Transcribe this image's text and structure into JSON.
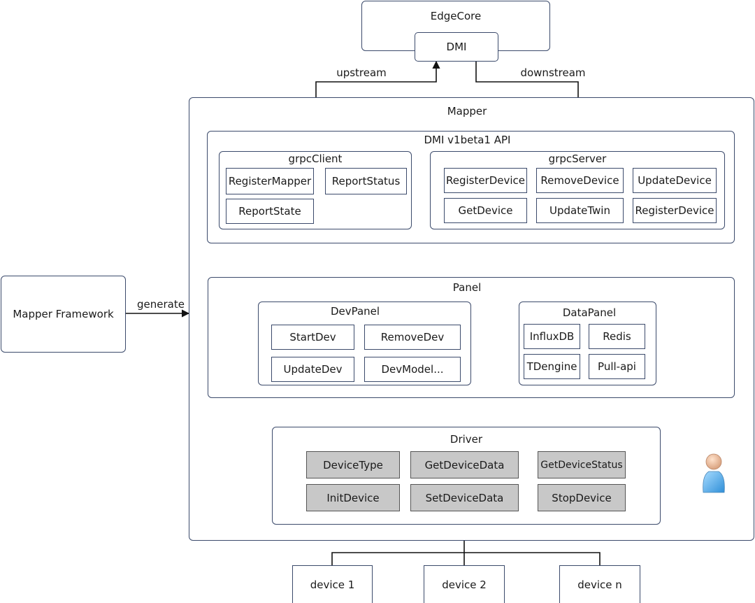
{
  "edgecore": {
    "title": "EdgeCore",
    "dmi": "DMI"
  },
  "links": {
    "upstream": "upstream",
    "downstream": "downstream",
    "generate": "generate"
  },
  "mapper_framework": "Mapper Framework",
  "mapper": {
    "title": "Mapper",
    "api": {
      "title": "DMI v1beta1 API",
      "grpc_client": {
        "title": "grpcClient",
        "items": [
          "RegisterMapper",
          "ReportStatus",
          "ReportState"
        ]
      },
      "grpc_server": {
        "title": "grpcServer",
        "items": [
          "RegisterDevice",
          "RemoveDevice",
          "UpdateDevice",
          "GetDevice",
          "UpdateTwin",
          "RegisterDevice"
        ]
      }
    },
    "panel": {
      "title": "Panel",
      "dev_panel": {
        "title": "DevPanel",
        "items": [
          "StartDev",
          "RemoveDev",
          "UpdateDev",
          "DevModel..."
        ]
      },
      "data_panel": {
        "title": "DataPanel",
        "items": [
          "InfluxDB",
          "Redis",
          "TDengine",
          "Pull-api"
        ]
      }
    },
    "driver": {
      "title": "Driver",
      "items": [
        "DeviceType",
        "GetDeviceData",
        "GetDeviceStatus",
        "InitDevice",
        "SetDeviceData",
        "StopDevice"
      ]
    }
  },
  "devices": [
    "device 1",
    "device 2",
    "device n"
  ]
}
